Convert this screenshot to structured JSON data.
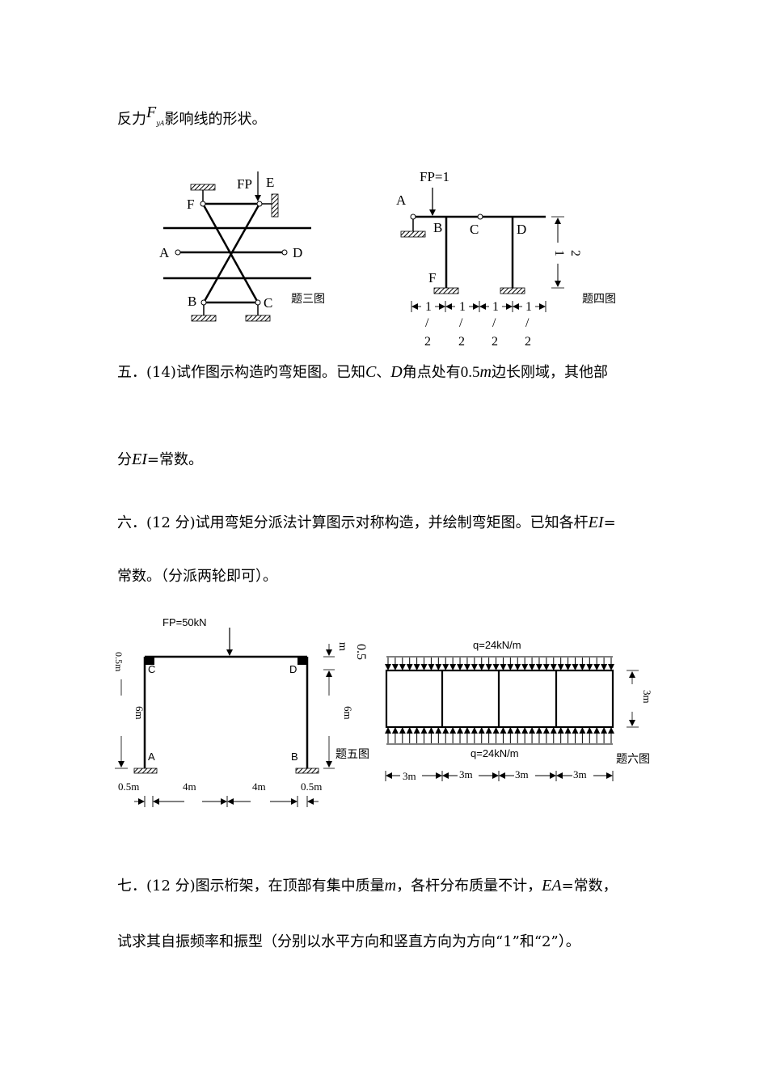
{
  "line1": {
    "pre": "反力",
    "F": "F",
    "sub": "yA",
    "post": "影响线的形状。"
  },
  "fig3": {
    "fp": "FP",
    "E": "E",
    "F": "F",
    "A": "A",
    "D": "D",
    "B": "B",
    "C": "C",
    "caption": "题三图"
  },
  "fig4": {
    "fp": "FP=1",
    "A": "A",
    "B": "B",
    "C": "C",
    "D": "D",
    "F": "F",
    "height_num": "1",
    "height_den": "2",
    "span_num": "1",
    "span_slash": "/",
    "span_den": "2",
    "caption": "题四图"
  },
  "q5": {
    "pre": "五．(14)试作图示构造旳弯矩图。已知",
    "C": "C",
    "sep": "、",
    "D": "D",
    "mid": "角点处有",
    "len": "0.5",
    "unit": "m",
    "post": "边长刚域，其他部"
  },
  "q5b": {
    "pre": "分",
    "EI": "EI",
    "post": "=常数。"
  },
  "q6": {
    "pre": "六．(12 分)试用弯矩分派法计算图示对称构造，并绘制弯矩图。已知各杆",
    "EI": "EI",
    "post": "="
  },
  "q6b": {
    "text": "常数。（分派两轮即可）。"
  },
  "fig5": {
    "fp": "FP=50kN",
    "C": "C",
    "D": "D",
    "A": "A",
    "B": "B",
    "top_left": "0.5m",
    "top_right_num": "0.5",
    "top_right_unit": "m",
    "h_left": "6m",
    "h_right": "6m",
    "dims": [
      "0.5m",
      "4m",
      "4m",
      "0.5m"
    ],
    "caption": "题五图"
  },
  "fig6": {
    "q_top": "q=24kN/m",
    "q_bottom": "q=24kN/m",
    "height": "3m",
    "dims": [
      "3m",
      "3m",
      "3m",
      "3m"
    ],
    "caption": "题六图"
  },
  "q7": {
    "pre": "七．(12 分)图示桁架，在顶部有集中质量",
    "m": "m",
    "mid": "，各杆分布质量不计，",
    "EA": "EA",
    "post": "=常数，"
  },
  "q7b": {
    "text": "试求其自振频率和振型（分别以水平方向和竖直方向为方向“1”和“2”）。"
  }
}
